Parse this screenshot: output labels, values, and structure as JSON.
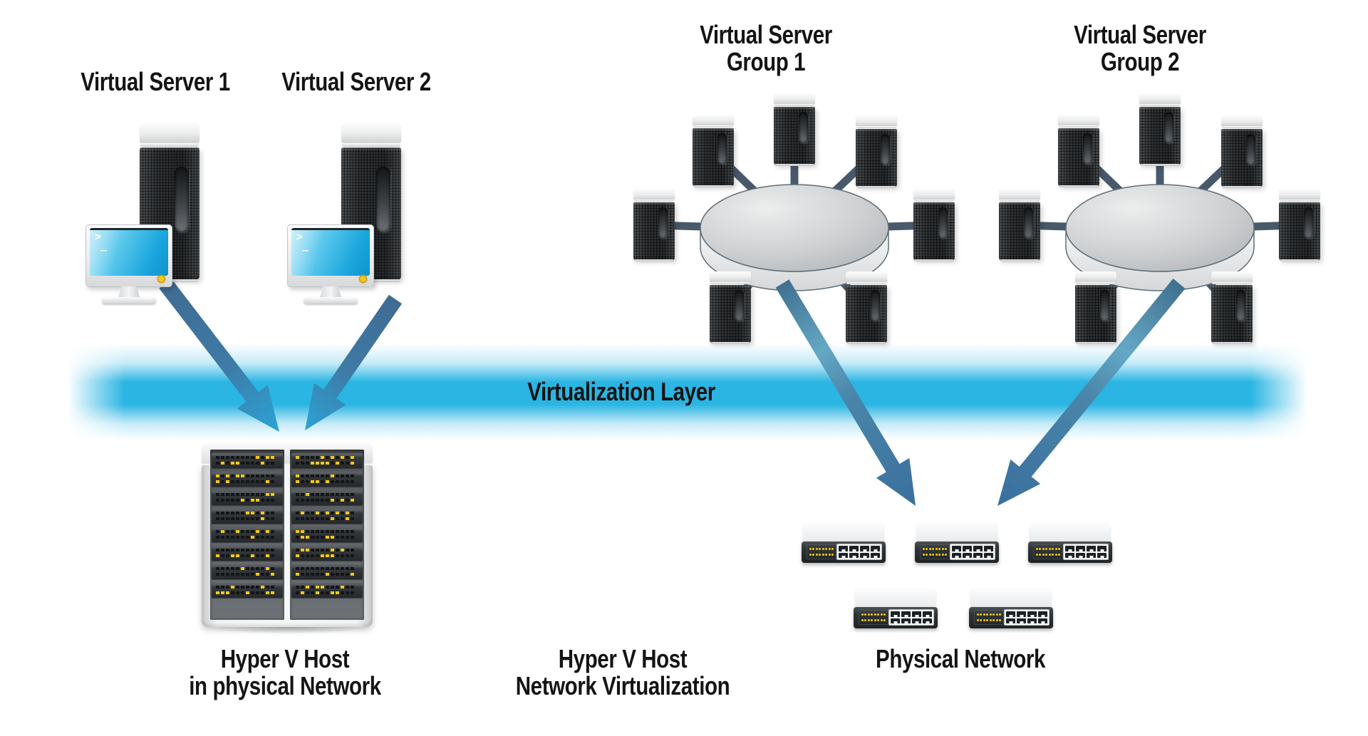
{
  "labels": {
    "virtual_server_1": "Virtual Server 1",
    "virtual_server_2": "Virtual Server 2",
    "group1_line1": "Virtual Server",
    "group1_line2": "Group 1",
    "group2_line1": "Virtual Server",
    "group2_line2": "Group 2",
    "virtualization_layer": "Virtualization Layer",
    "hyperv_physical_line1": "Hyper V Host",
    "hyperv_physical_line2": "in physical Network",
    "hyperv_netvirt_line1": "Hyper V Host",
    "hyperv_netvirt_line2": "Network Virtualization",
    "physical_network": "Physical Network"
  },
  "icons": {
    "terminal_prompt_chevron": ">",
    "terminal_prompt_cursor": "_"
  },
  "colors": {
    "band_cyan": "#2ab5e3",
    "arrow_steel": "#3d6f9c",
    "arrow_cyan": "#2ba7d8",
    "connector_slate": "#47596a",
    "led_yellow": "#f5c912",
    "led_off": "#121416",
    "label_black": "#141414"
  },
  "structure": {
    "group1_server_count": 7,
    "group2_server_count": 7,
    "rack_columns": 2,
    "rack_blades_per_column": 8,
    "rack_led_columns": 12,
    "rack_led_rows": 2,
    "switch_count": 5,
    "switch_port_count": 8,
    "switch_led_rows": 2,
    "switch_led_columns": 8
  }
}
